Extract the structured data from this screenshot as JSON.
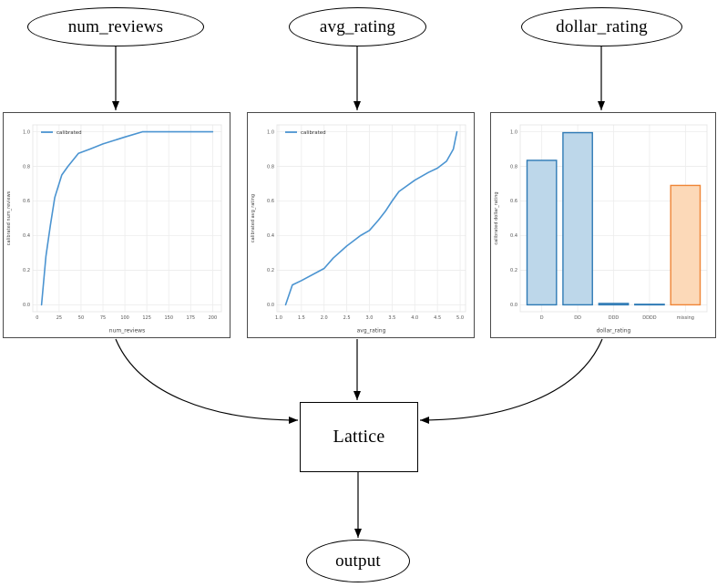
{
  "diagram": {
    "nodes": [
      {
        "id": "num_reviews",
        "label": "num_reviews"
      },
      {
        "id": "avg_rating",
        "label": "avg_rating"
      },
      {
        "id": "dollar_rating",
        "label": "dollar_rating"
      },
      {
        "id": "lattice",
        "label": "Lattice"
      },
      {
        "id": "output",
        "label": "output"
      }
    ]
  },
  "colors": {
    "edge": "#000000",
    "figure_border": "#4a4a4a",
    "grid": "#ececec",
    "plot_frame": "#e3e3e3",
    "tick_text": "#555555",
    "label_text": "#444444",
    "line_blue": "#4b94d1",
    "bar_blue_fill": "#bdd7ea",
    "bar_blue_edge": "#2e7ab5",
    "bar_orange_fill": "#fcd9b8",
    "bar_orange_edge": "#ef8536"
  },
  "chart_data": [
    {
      "type": "line",
      "title": "",
      "xlabel": "num_reviews",
      "ylabel": "calibrated num_reviews",
      "legend": [
        {
          "name": "calibrated",
          "color": "#4b94d1"
        }
      ],
      "legend_position": "upper left",
      "grid": true,
      "xlim": [
        -5,
        210
      ],
      "ylim": [
        -0.04,
        1.04
      ],
      "xticks": [
        0,
        25,
        50,
        75,
        100,
        125,
        150,
        175,
        200
      ],
      "xtick_labels": [
        "0",
        "25",
        "50",
        "75",
        "100",
        "125",
        "150",
        "175",
        "200"
      ],
      "yticks": [
        0.0,
        0.2,
        0.4,
        0.6,
        0.8,
        1.0
      ],
      "ytick_labels": [
        "0.0",
        "0.2",
        "0.4",
        "0.6",
        "0.8",
        "1.0"
      ],
      "series": [
        {
          "name": "calibrated",
          "color": "#4b94d1",
          "x": [
            5,
            10,
            15,
            20,
            28,
            35,
            47,
            60,
            75,
            100,
            120,
            200
          ],
          "y": [
            0.0,
            0.28,
            0.46,
            0.62,
            0.75,
            0.8,
            0.875,
            0.9,
            0.93,
            0.97,
            1.0,
            1.0
          ]
        }
      ]
    },
    {
      "type": "line",
      "title": "",
      "xlabel": "avg_rating",
      "ylabel": "calibrated avg_rating",
      "legend": [
        {
          "name": "calibrated",
          "color": "#4b94d1"
        }
      ],
      "legend_position": "upper left",
      "grid": true,
      "xlim": [
        0.96,
        5.12
      ],
      "ylim": [
        -0.04,
        1.04
      ],
      "xticks": [
        1.0,
        1.5,
        2.0,
        2.5,
        3.0,
        3.5,
        4.0,
        4.5,
        5.0
      ],
      "xtick_labels": [
        "1.0",
        "1.5",
        "2.0",
        "2.5",
        "3.0",
        "3.5",
        "4.0",
        "4.5",
        "5.0"
      ],
      "yticks": [
        0.0,
        0.2,
        0.4,
        0.6,
        0.8,
        1.0
      ],
      "ytick_labels": [
        "0.0",
        "0.2",
        "0.4",
        "0.6",
        "0.8",
        "1.0"
      ],
      "series": [
        {
          "name": "calibrated",
          "color": "#4b94d1",
          "x": [
            1.15,
            1.3,
            1.5,
            2.0,
            2.2,
            2.5,
            2.8,
            3.0,
            3.2,
            3.35,
            3.5,
            3.65,
            4.0,
            4.3,
            4.5,
            4.7,
            4.85,
            4.93
          ],
          "y": [
            0.0,
            0.115,
            0.14,
            0.21,
            0.27,
            0.34,
            0.4,
            0.43,
            0.49,
            0.54,
            0.6,
            0.655,
            0.72,
            0.765,
            0.79,
            0.83,
            0.9,
            1.0
          ]
        }
      ]
    },
    {
      "type": "bar",
      "title": "",
      "xlabel": "dollar_rating",
      "ylabel": "calibrated dollar_rating",
      "grid": true,
      "categories": [
        "D",
        "DD",
        "DDD",
        "DDDD",
        "missing"
      ],
      "values": [
        0.835,
        0.995,
        0.008,
        0.003,
        0.69
      ],
      "bar_styles": [
        {
          "fill": "#bdd7ea",
          "edge": "#2e7ab5"
        },
        {
          "fill": "#bdd7ea",
          "edge": "#2e7ab5"
        },
        {
          "fill": "#bdd7ea",
          "edge": "#2e7ab5"
        },
        {
          "fill": "#bdd7ea",
          "edge": "#2e7ab5"
        },
        {
          "fill": "#fcd9b8",
          "edge": "#ef8536"
        }
      ],
      "xlim": [
        -0.6,
        4.6
      ],
      "ylim": [
        -0.04,
        1.04
      ],
      "yticks": [
        0.0,
        0.2,
        0.4,
        0.6,
        0.8,
        1.0
      ],
      "ytick_labels": [
        "0.0",
        "0.2",
        "0.4",
        "0.6",
        "0.8",
        "1.0"
      ]
    }
  ]
}
